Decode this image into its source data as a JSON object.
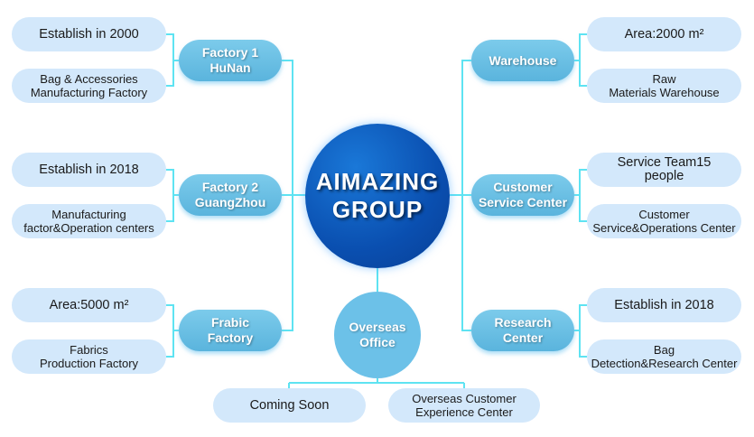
{
  "center": {
    "title": "AIMAZING\nGROUP"
  },
  "overseas": {
    "title": "Overseas\nOffice",
    "children": [
      "Coming Soon",
      "Overseas Customer\nExperience Center"
    ]
  },
  "left": [
    {
      "title": "Factory 1\nHuNan",
      "children": [
        "Establish in 2000",
        "Bag & Accessories\nManufacturing Factory"
      ]
    },
    {
      "title": "Factory 2\nGuangZhou",
      "children": [
        "Establish in 2018",
        "Manufacturing\nfactor&Operation centers"
      ]
    },
    {
      "title": "Frabic\nFactory",
      "children": [
        "Area:5000 m²",
        "Fabrics\nProduction Factory"
      ]
    }
  ],
  "right": [
    {
      "title": "Warehouse",
      "children": [
        "Area:2000 m²",
        "Raw\nMaterials Warehouse"
      ]
    },
    {
      "title": "Customer\nService Center",
      "children": [
        "Service Team15\npeople",
        "Customer\nService&Operations Center"
      ]
    },
    {
      "title": "Research\nCenter",
      "children": [
        "Establish in 2018",
        "Bag\nDetection&Research Center"
      ]
    }
  ],
  "colors": {
    "line": "#5ee3f2",
    "leaf": "#d3e8fb",
    "node": "#6cc1e8",
    "center": "#0a4fb0"
  }
}
